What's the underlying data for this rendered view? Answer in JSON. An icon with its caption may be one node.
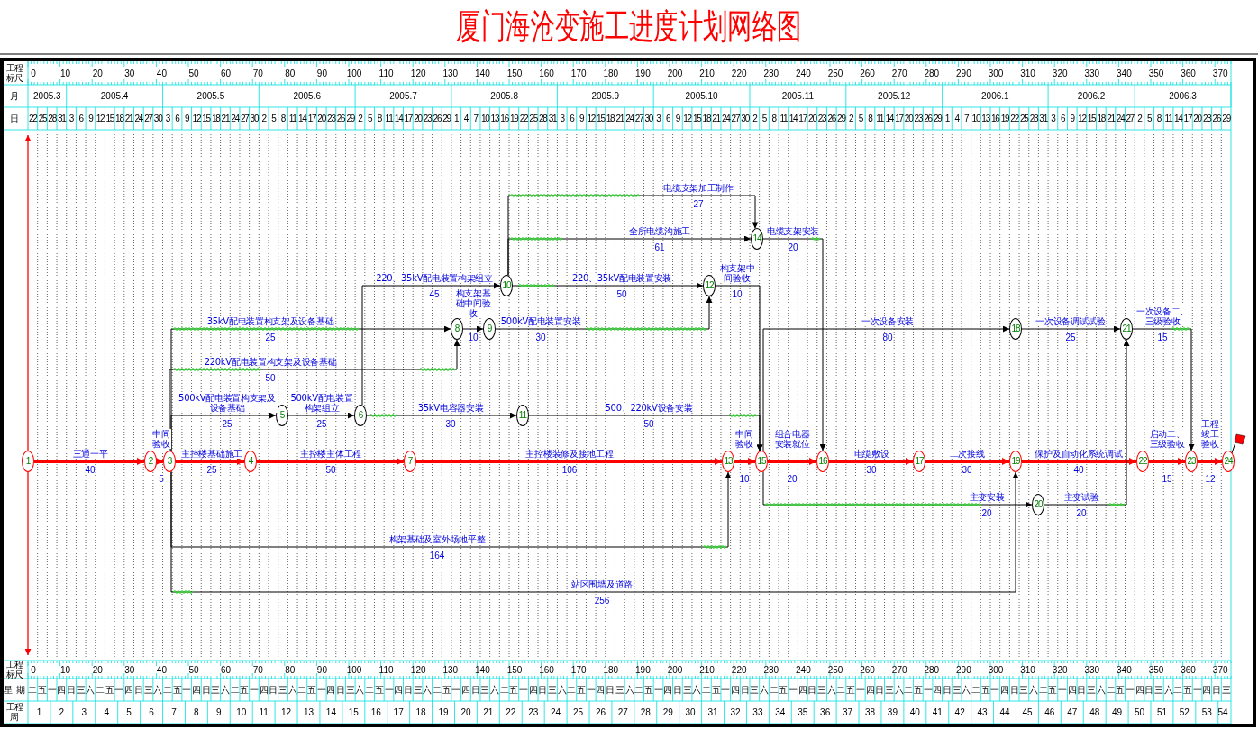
{
  "diagram": {
    "title": "厦门海沧变施工进度计划网络图",
    "nodes": [
      {
        "text": [
          "1"
        ]
      },
      {
        "text": [
          "2"
        ]
      },
      {
        "text": [
          "3"
        ]
      },
      {
        "text": [
          "4"
        ]
      },
      {
        "text": [
          "5"
        ]
      },
      {
        "text": [
          "6"
        ]
      },
      {
        "text": [
          "7"
        ]
      },
      {
        "text": [
          "8"
        ]
      },
      {
        "text": [
          "9"
        ]
      },
      {
        "text": [
          "10"
        ]
      },
      {
        "text": [
          "11"
        ]
      },
      {
        "text": [
          "12"
        ]
      },
      {
        "text": [
          "13"
        ]
      },
      {
        "text": [
          "14"
        ]
      },
      {
        "text": [
          "15"
        ]
      },
      {
        "text": [
          "16"
        ]
      },
      {
        "text": [
          "17"
        ]
      },
      {
        "text": [
          "18"
        ]
      },
      {
        "text": [
          "19"
        ]
      },
      {
        "text": [
          "20"
        ]
      },
      {
        "text": [
          "21"
        ]
      },
      {
        "text": [
          "22"
        ]
      },
      {
        "text": [
          "23"
        ]
      },
      {
        "text": [
          "24"
        ]
      }
    ],
    "edges": [
      {
        "from": 0,
        "to": 1,
        "arrow": "to",
        "label": "三通一平",
        "style": "thick",
        "color": "#ff0000"
      },
      {
        "from": 1,
        "to": 2,
        "arrow": "to",
        "label": "中间验收",
        "style": "thick",
        "color": "#ff0000"
      },
      {
        "from": 2,
        "to": 3,
        "arrow": "to",
        "label": "主控楼基础施工",
        "style": "thick",
        "color": "#ff0000"
      },
      {
        "from": 3,
        "to": 6,
        "arrow": "to",
        "label": "主控楼主体工程",
        "style": "thick",
        "color": "#ff0000"
      },
      {
        "from": 6,
        "to": 12,
        "arrow": "to",
        "label": "主控楼装修及接地工程",
        "style": "thick",
        "color": "#ff0000"
      },
      {
        "from": 12,
        "to": 14,
        "arrow": "to",
        "label": "中间验收",
        "style": "thick",
        "color": "#ff0000"
      },
      {
        "from": 14,
        "to": 15,
        "arrow": "to",
        "label": "组合电器安装就位",
        "style": "thick",
        "color": "#ff0000"
      },
      {
        "from": 15,
        "to": 16,
        "arrow": "to",
        "label": "电缆敷设",
        "style": "thick",
        "color": "#ff0000"
      },
      {
        "from": 16,
        "to": 18,
        "arrow": "to",
        "label": "二次接线",
        "style": "thick",
        "color": "#ff0000"
      },
      {
        "from": 18,
        "to": 21,
        "arrow": "to",
        "label": "保护及自动化系统调试",
        "style": "thick",
        "color": "#ff0000"
      },
      {
        "from": 21,
        "to": 22,
        "arrow": "to",
        "label": "启动二、三级验收",
        "style": "thick",
        "color": "#ff0000"
      },
      {
        "from": 22,
        "to": 23,
        "arrow": "to",
        "label": "工程竣工验收",
        "style": "thick",
        "color": "#ff0000"
      },
      {
        "from": 2,
        "to": 4,
        "arrow": "to",
        "label": "500kV配电装置构支架及设备基础"
      },
      {
        "from": 4,
        "to": 5,
        "arrow": "to",
        "label": "500kV配电装置构架组立"
      },
      {
        "from": 2,
        "to": 7,
        "arrow": "to",
        "label": "35kV配电装置构支架及设备基础"
      },
      {
        "from": 2,
        "to": 7,
        "arrow": "to",
        "label": "220kV配电装置构支架及设备基础"
      },
      {
        "from": 5,
        "to": 9,
        "arrow": "to",
        "label": "220、35kV配电装置构架组立"
      },
      {
        "from": 7,
        "to": 8,
        "arrow": "to",
        "label": "构支架基础中间验收"
      },
      {
        "from": 8,
        "to": 11,
        "arrow": "to",
        "label": "500kV配电装置安装"
      },
      {
        "from": 9,
        "to": 11,
        "arrow": "to",
        "label": "220、35kV配电装置安装"
      },
      {
        "from": 9,
        "to": 13,
        "arrow": "to",
        "label": "电缆支架加工制作"
      },
      {
        "from": 9,
        "to": 13,
        "arrow": "to",
        "label": "全所电缆沟施工"
      },
      {
        "from": 5,
        "to": 10,
        "arrow": "to",
        "label": "35kV电容器安装"
      },
      {
        "from": 10,
        "to": 14,
        "arrow": "to",
        "label": "500、220kV设备安装"
      },
      {
        "from": 11,
        "to": 14,
        "arrow": "to",
        "label": "构支架中间验收"
      },
      {
        "from": 13,
        "to": 15,
        "arrow": "to",
        "label": "电缆支架安装"
      },
      {
        "from": 2,
        "to": 12,
        "arrow": "to",
        "label": "构架基础及室外场地平整"
      },
      {
        "from": 2,
        "to": 18,
        "arrow": "to",
        "label": "站区围墙及道路"
      },
      {
        "from": 14,
        "to": 17,
        "arrow": "to",
        "label": "一次设备安装"
      },
      {
        "from": 17,
        "to": 20,
        "arrow": "to",
        "label": "一次设备调试试验"
      },
      {
        "from": 20,
        "to": 22,
        "arrow": "to",
        "label": "一次设备二、三级验收"
      },
      {
        "from": 14,
        "to": 19,
        "arrow": "to",
        "label": "主变安装"
      },
      {
        "from": 19,
        "to": 20,
        "arrow": "to",
        "label": "主变试验"
      }
    ],
    "labels": [
      "工程标尺",
      "0",
      "10",
      "20",
      "30",
      "40",
      "50",
      "60",
      "70",
      "80",
      "90",
      "100",
      "110",
      "120",
      "130",
      "140",
      "150",
      "160",
      "170",
      "180",
      "190",
      "200",
      "210",
      "220",
      "230",
      "240",
      "250",
      "260",
      "270",
      "280",
      "290",
      "300",
      "310",
      "320",
      "330",
      "340",
      "350",
      "360",
      "370",
      "月",
      "2005.3",
      "2005.4",
      "2005.5",
      "2005.6",
      "2005.7",
      "2005.8",
      "2005.9",
      "2005.10",
      "2005.11",
      "2005.12",
      "2006.1",
      "2006.2",
      "2006.3",
      "日",
      "22",
      "25",
      "28",
      "31",
      "3",
      "6",
      "9",
      "12",
      "15",
      "18",
      "21",
      "24",
      "27",
      "30",
      "3",
      "6",
      "9",
      "12",
      "15",
      "18",
      "21",
      "24",
      "27",
      "30",
      "2",
      "5",
      "8",
      "11",
      "14",
      "17",
      "20",
      "23",
      "26",
      "29",
      "2",
      "5",
      "8",
      "11",
      "14",
      "17",
      "20",
      "23",
      "26",
      "29",
      "1",
      "4",
      "7",
      "10",
      "13",
      "16",
      "19",
      "22",
      "25",
      "28",
      "31",
      "3",
      "6",
      "9",
      "12",
      "15",
      "18",
      "21",
      "24",
      "27",
      "30",
      "3",
      "6",
      "9",
      "12",
      "15",
      "18",
      "21",
      "24",
      "27",
      "30",
      "2",
      "5",
      "8",
      "11",
      "14",
      "17",
      "20",
      "23",
      "26",
      "29",
      "2",
      "5",
      "8",
      "11",
      "14",
      "17",
      "20",
      "23",
      "26",
      "29",
      "1",
      "4",
      "7",
      "10",
      "13",
      "16",
      "19",
      "22",
      "25",
      "28",
      "31",
      "3",
      "6",
      "9",
      "12",
      "15",
      "18",
      "21",
      "24",
      "27",
      "2",
      "5",
      "8",
      "11",
      "14",
      "17",
      "20",
      "23",
      "26",
      "29",
      "40",
      "5",
      "25",
      "50",
      "106",
      "10",
      "20",
      "30",
      "30",
      "40",
      "15",
      "12",
      "25",
      "25",
      "25",
      "50",
      "45",
      "10",
      "30",
      "50",
      "27",
      "61",
      "30",
      "50",
      "10",
      "20",
      "164",
      "256",
      "80",
      "25",
      "15",
      "20",
      "20",
      "工程标尺",
      "0",
      "10",
      "20",
      "30",
      "40",
      "50",
      "60",
      "70",
      "80",
      "90",
      "100",
      "110",
      "120",
      "130",
      "140",
      "150",
      "160",
      "170",
      "180",
      "190",
      "200",
      "210",
      "220",
      "230",
      "240",
      "250",
      "260",
      "270",
      "280",
      "290",
      "300",
      "310",
      "320",
      "330",
      "340",
      "350",
      "360",
      "370",
      "星 期",
      "二",
      "五",
      "一",
      "四",
      "日",
      "三",
      "六",
      "二",
      "五",
      "一",
      "四",
      "日",
      "三",
      "六",
      "二",
      "五",
      "一",
      "四",
      "日",
      "三",
      "六",
      "二",
      "五",
      "一",
      "四",
      "日",
      "三",
      "六",
      "二",
      "五",
      "一",
      "四",
      "日",
      "三",
      "六",
      "二",
      "五",
      "一",
      "四",
      "日",
      "三",
      "六",
      "二",
      "五",
      "一",
      "四",
      "日",
      "三",
      "六",
      "二",
      "五",
      "一",
      "四",
      "日",
      "三",
      "六",
      "二",
      "五",
      "一",
      "四",
      "日",
      "三",
      "六",
      "二",
      "五",
      "一",
      "四",
      "日",
      "三",
      "六",
      "二",
      "五",
      "一",
      "四",
      "日",
      "三",
      "六",
      "二",
      "五",
      "一",
      "四",
      "日",
      "三",
      "六",
      "二",
      "五",
      "一",
      "四",
      "日",
      "三",
      "六",
      "二",
      "五",
      "一",
      "四",
      "日",
      "三",
      "六",
      "二",
      "五",
      "一",
      "四",
      "日",
      "三",
      "六",
      "二",
      "五",
      "一",
      "四",
      "日",
      "三",
      "六",
      "二",
      "五",
      "一",
      "四",
      "日",
      "三",
      "六",
      "二",
      "五",
      "一",
      "四",
      "日",
      "三",
      "工程周",
      "1",
      "2",
      "3",
      "4",
      "5",
      "6",
      "7",
      "8",
      "9",
      "10",
      "11",
      "12",
      "13",
      "14",
      "15",
      "16",
      "17",
      "18",
      "19",
      "20",
      "21",
      "22",
      "23",
      "24",
      "25",
      "26",
      "27",
      "28",
      "29",
      "30",
      "31",
      "32",
      "33",
      "34",
      "35",
      "36",
      "37",
      "38",
      "39",
      "40",
      "41",
      "42",
      "43",
      "44",
      "45",
      "46",
      "47",
      "48",
      "49",
      "50",
      "51",
      "52",
      "53",
      "54"
    ]
  }
}
